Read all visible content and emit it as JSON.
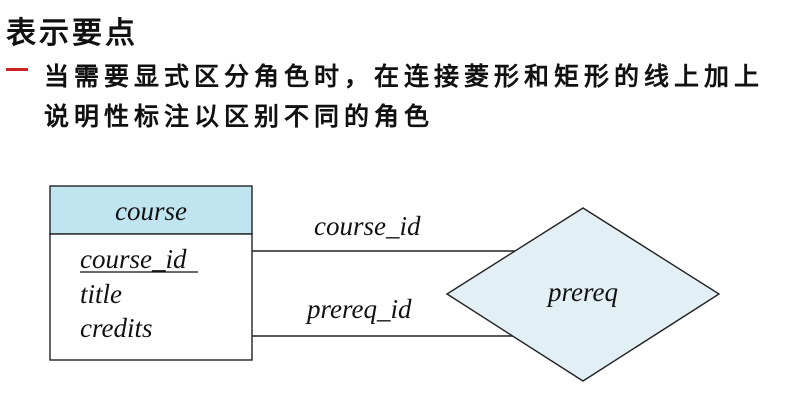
{
  "heading": {
    "title": "表示要点"
  },
  "bullet": {
    "text": "当需要显式区分角色时，在连接菱形和矩形的线上加上说明性标注以区别不同的角色",
    "dash_color": "#cc2222"
  },
  "entity": {
    "name": "course",
    "attributes": [
      {
        "text": "course_id",
        "primary_key": true
      },
      {
        "text": "title",
        "primary_key": false
      },
      {
        "text": "credits",
        "primary_key": false
      }
    ],
    "header_color": "#c0e4f0"
  },
  "relationship": {
    "name": "prereq",
    "fill_color": "#e2f0f5"
  },
  "roles": [
    {
      "label": "course_id"
    },
    {
      "label": "prereq_id"
    }
  ]
}
